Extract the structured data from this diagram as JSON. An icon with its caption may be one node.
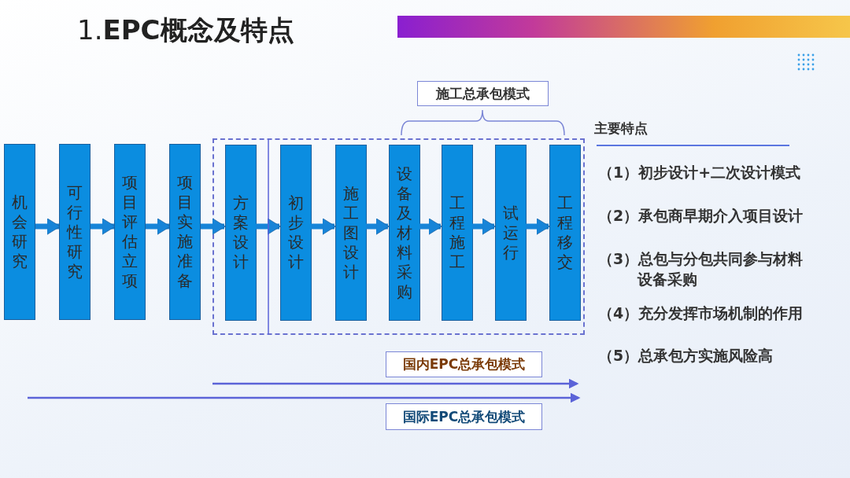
{
  "diagram": {
    "title": "1.**EPC概念及特点**",
    "nodes": [
      {
        "text": [
          "机会研究"
        ]
      },
      {
        "text": [
          "可行性研究"
        ]
      },
      {
        "text": [
          "项目评估立项"
        ]
      },
      {
        "text": [
          "项目实施准备"
        ]
      },
      {
        "text": [],
        "shape": "box"
      },
      {
        "text": [
          "方案设计"
        ],
        "in": 4
      },
      {
        "text": [
          "初步设计"
        ],
        "in": 4
      },
      {
        "text": [
          "施工图设计"
        ],
        "in": 4
      },
      {
        "text": [
          "设备及材料采购"
        ],
        "in": 4
      },
      {
        "text": [
          "工程施工"
        ],
        "in": 4
      },
      {
        "text": [
          "试运行"
        ],
        "in": 4
      },
      {
        "text": [
          "工程移交"
        ],
        "in": 4
      },
      {
        "text": [
          "施工总承包模式"
        ]
      },
      {
        "text": [
          "国内EPC总承包模式"
        ]
      },
      {
        "text": [
          "国际EPC总承包模式"
        ]
      }
    ],
    "edges": [
      {
        "from": 0,
        "to": 1,
        "arrow": "to"
      },
      {
        "from": 1,
        "to": 2,
        "arrow": "to"
      },
      {
        "from": 2,
        "to": 3,
        "arrow": "to"
      },
      {
        "from": 3,
        "to": 5,
        "arrow": "to"
      },
      {
        "from": 5,
        "to": 6,
        "arrow": "to"
      },
      {
        "from": 6,
        "to": 7,
        "arrow": "to"
      },
      {
        "from": 7,
        "to": 8,
        "arrow": "to"
      },
      {
        "from": 8,
        "to": 9,
        "arrow": "to"
      },
      {
        "from": 9,
        "to": 10,
        "arrow": "to"
      },
      {
        "from": 10,
        "to": 11,
        "arrow": "to"
      }
    ],
    "labels": [
      "主要特点",
      "（1）初步设计+二次设计模式",
      "（2）承包商早期介入项目设计",
      "（3）总包与分包共同参与材料设备采购",
      "（4）充分发挥市场机制的作用",
      "（5）总承包方实施风险高"
    ]
  }
}
